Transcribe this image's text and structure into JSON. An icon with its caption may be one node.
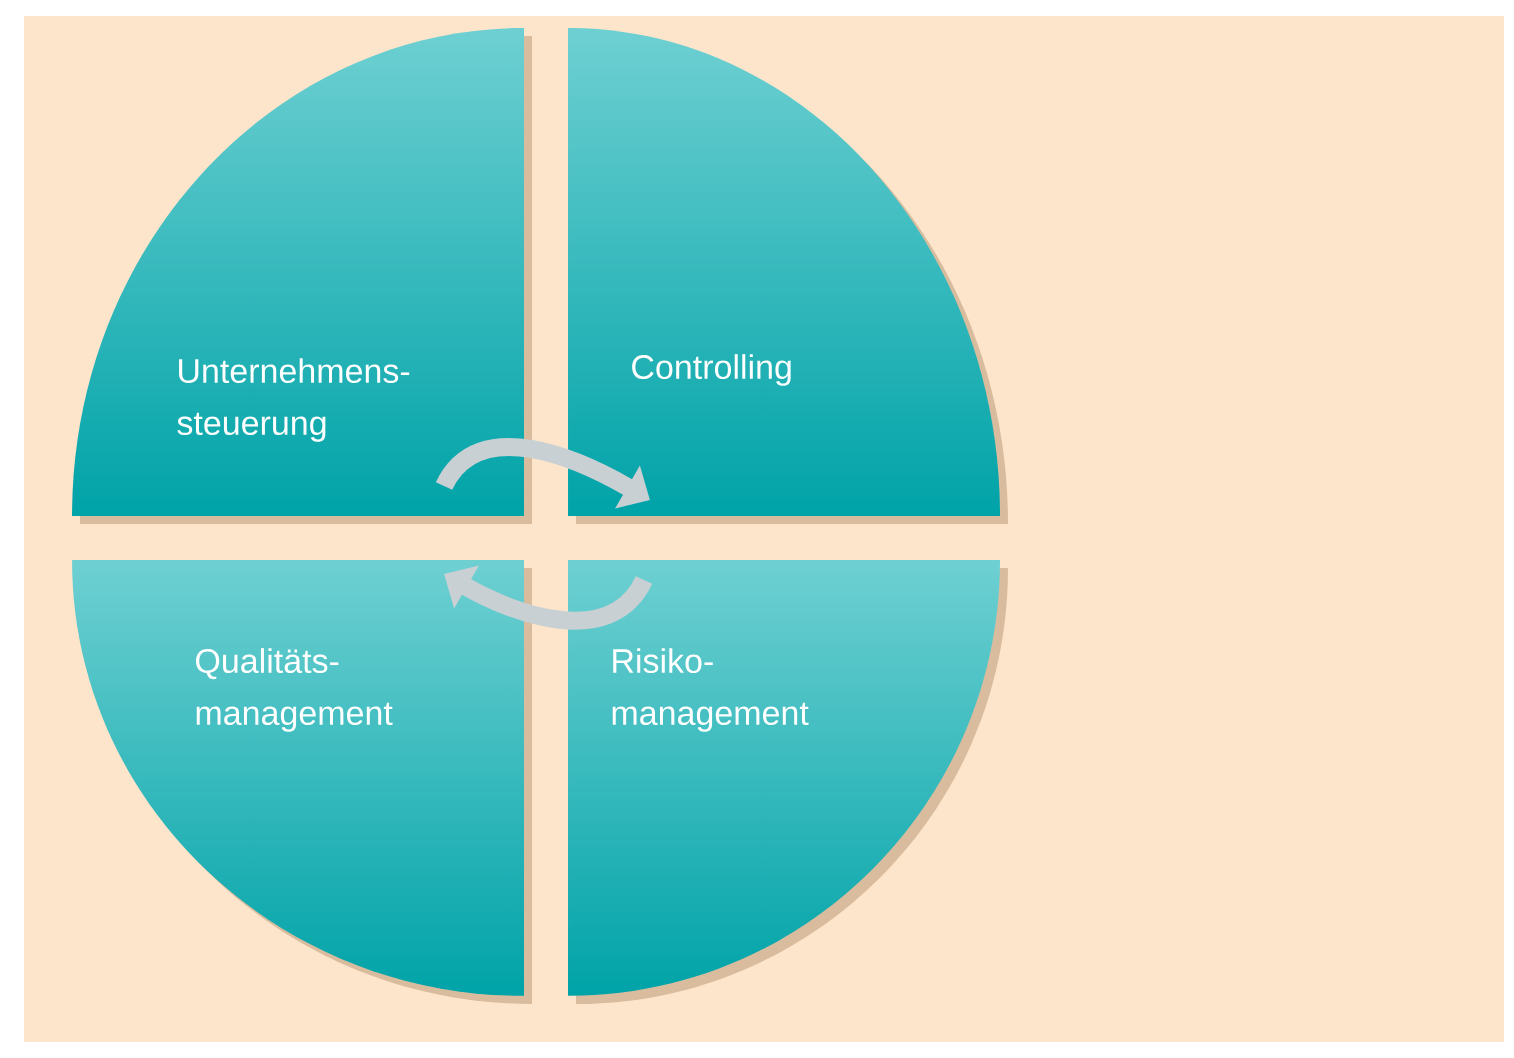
{
  "diagram": {
    "nodes": [
      {
        "text": [
          "Unternehmens- steuerung"
        ]
      },
      {
        "text": [
          "Controlling"
        ]
      },
      {
        "text": [
          "Qualitäts- management"
        ]
      },
      {
        "text": [
          "Risiko- management"
        ]
      }
    ],
    "edges": [
      {
        "from": 0,
        "to": 1,
        "arrow": "to"
      },
      {
        "from": 3,
        "to": 2,
        "arrow": "to"
      }
    ]
  }
}
